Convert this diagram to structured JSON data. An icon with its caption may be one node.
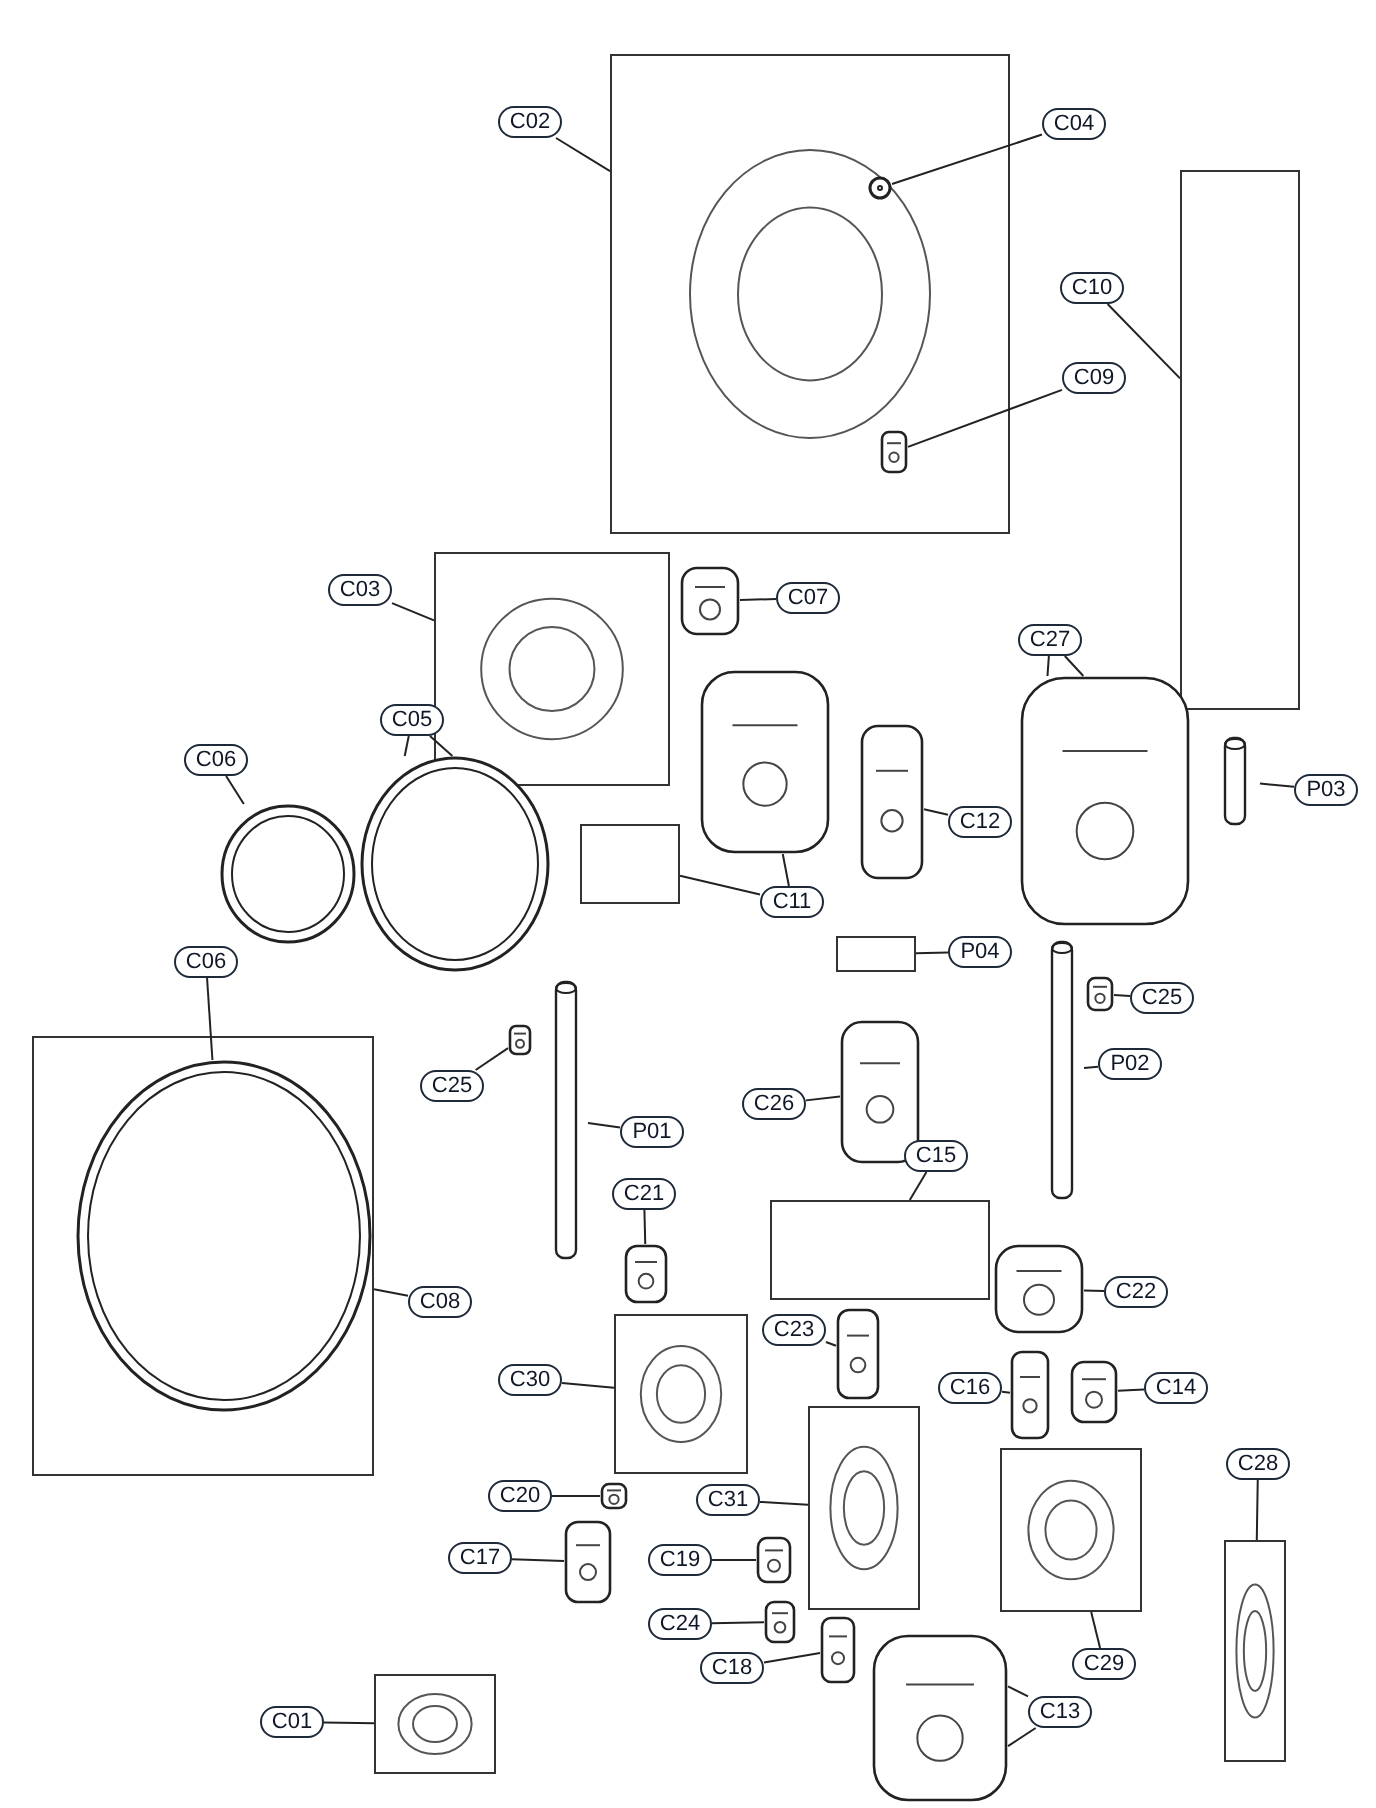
{
  "diagram": {
    "nodes": [
      {
        "text": [
          "C02"
        ]
      },
      {
        "text": [],
        "shape": "box"
      },
      {
        "text": [
          "C04"
        ]
      },
      {
        "text": [],
        "shape": "circle",
        "in": 1
      },
      {
        "text": [
          "C10"
        ]
      },
      {
        "text": [],
        "shape": "box"
      },
      {
        "text": [
          "C09"
        ]
      },
      {
        "text": [],
        "shape": "picture",
        "in": 1
      },
      {
        "text": [
          "C03"
        ]
      },
      {
        "text": [],
        "shape": "box"
      },
      {
        "text": [
          "C07"
        ]
      },
      {
        "text": [],
        "shape": "picture"
      },
      {
        "text": [
          "C27"
        ]
      },
      {
        "text": [],
        "shape": "picture"
      },
      {
        "text": [
          "C06"
        ]
      },
      {
        "text": [],
        "shape": "circle"
      },
      {
        "text": [
          "C05"
        ]
      },
      {
        "text": [],
        "shape": "circle"
      },
      {
        "text": [
          "C11"
        ]
      },
      {
        "text": [],
        "shape": "picture"
      },
      {
        "text": [],
        "shape": "box"
      },
      {
        "text": [
          "C12"
        ]
      },
      {
        "text": [],
        "shape": "picture"
      },
      {
        "text": [
          "P03"
        ]
      },
      {
        "text": [],
        "shape": "cylinder"
      },
      {
        "text": [
          "P04"
        ]
      },
      {
        "text": [],
        "shape": "box"
      },
      {
        "text": [
          "C06"
        ]
      },
      {
        "text": [],
        "shape": "box"
      },
      {
        "text": [],
        "shape": "circle",
        "in": 28
      },
      {
        "text": [
          "C25"
        ]
      },
      {
        "text": [],
        "shape": "picture"
      },
      {
        "text": [
          "C25"
        ]
      },
      {
        "text": [],
        "shape": "picture"
      },
      {
        "text": [
          "P02"
        ]
      },
      {
        "text": [],
        "shape": "cylinder"
      },
      {
        "text": [
          "C26"
        ]
      },
      {
        "text": [],
        "shape": "picture"
      },
      {
        "text": [
          "P01"
        ]
      },
      {
        "text": [],
        "shape": "cylinder"
      },
      {
        "text": [
          "C15"
        ]
      },
      {
        "text": [],
        "shape": "box"
      },
      {
        "text": [
          "C21"
        ]
      },
      {
        "text": [],
        "shape": "picture"
      },
      {
        "text": [
          "C08"
        ]
      },
      {
        "text": [
          "C22"
        ]
      },
      {
        "text": [],
        "shape": "picture"
      },
      {
        "text": [
          "C23"
        ]
      },
      {
        "text": [],
        "shape": "picture"
      },
      {
        "text": [
          "C30"
        ]
      },
      {
        "text": [],
        "shape": "box"
      },
      {
        "text": [
          "C16"
        ]
      },
      {
        "text": [],
        "shape": "picture"
      },
      {
        "text": [
          "C14"
        ]
      },
      {
        "text": [],
        "shape": "picture"
      },
      {
        "text": [
          "C20"
        ]
      },
      {
        "text": [],
        "shape": "picture"
      },
      {
        "text": [
          "C31"
        ]
      },
      {
        "text": [],
        "shape": "box"
      },
      {
        "text": [
          "C28"
        ]
      },
      {
        "text": [],
        "shape": "box"
      },
      {
        "text": [
          "C17"
        ]
      },
      {
        "text": [],
        "shape": "picture"
      },
      {
        "text": [
          "C19"
        ]
      },
      {
        "text": [],
        "shape": "picture"
      },
      {
        "text": [
          "C24"
        ]
      },
      {
        "text": [],
        "shape": "picture"
      },
      {
        "text": [
          "C29"
        ]
      },
      {
        "text": [],
        "shape": "box"
      },
      {
        "text": [
          "C18"
        ]
      },
      {
        "text": [],
        "shape": "picture"
      },
      {
        "text": [
          "C13"
        ]
      },
      {
        "text": [],
        "shape": "picture"
      },
      {
        "text": [
          "C01"
        ]
      },
      {
        "text": [],
        "shape": "box"
      }
    ],
    "edges": [
      {
        "from": 0,
        "to": 1,
        "arrow": "none"
      },
      {
        "from": 2,
        "to": 3,
        "arrow": "none"
      },
      {
        "from": 4,
        "to": 5,
        "arrow": "none"
      },
      {
        "from": 6,
        "to": 7,
        "arrow": "none"
      },
      {
        "from": 8,
        "to": 9,
        "arrow": "none"
      },
      {
        "from": 10,
        "to": 11,
        "arrow": "none"
      },
      {
        "from": 12,
        "to": 13,
        "arrow": "none"
      },
      {
        "from": 12,
        "to": 13,
        "arrow": "none"
      },
      {
        "from": 14,
        "to": 15,
        "arrow": "none"
      },
      {
        "from": 16,
        "to": 17,
        "arrow": "none"
      },
      {
        "from": 16,
        "to": 17,
        "arrow": "none"
      },
      {
        "from": 18,
        "to": 19,
        "arrow": "none"
      },
      {
        "from": 18,
        "to": 20,
        "arrow": "none"
      },
      {
        "from": 21,
        "to": 22,
        "arrow": "none"
      },
      {
        "from": 23,
        "to": 24,
        "arrow": "none"
      },
      {
        "from": 25,
        "to": 26,
        "arrow": "none"
      },
      {
        "from": 27,
        "to": 29,
        "arrow": "none"
      },
      {
        "from": 30,
        "to": 31,
        "arrow": "none"
      },
      {
        "from": 32,
        "to": 33,
        "arrow": "none"
      },
      {
        "from": 34,
        "to": 35,
        "arrow": "none"
      },
      {
        "from": 36,
        "to": 37,
        "arrow": "none"
      },
      {
        "from": 38,
        "to": 39,
        "arrow": "none"
      },
      {
        "from": 40,
        "to": 41,
        "arrow": "none"
      },
      {
        "from": 42,
        "to": 43,
        "arrow": "none"
      },
      {
        "from": 44,
        "to": 28,
        "arrow": "none"
      },
      {
        "from": 45,
        "to": 46,
        "arrow": "none"
      },
      {
        "from": 47,
        "to": 48,
        "arrow": "none"
      },
      {
        "from": 49,
        "to": 50,
        "arrow": "none"
      },
      {
        "from": 51,
        "to": 52,
        "arrow": "none"
      },
      {
        "from": 53,
        "to": 54,
        "arrow": "none"
      },
      {
        "from": 55,
        "to": 56,
        "arrow": "none"
      },
      {
        "from": 57,
        "to": 58,
        "arrow": "none"
      },
      {
        "from": 59,
        "to": 60,
        "arrow": "none"
      },
      {
        "from": 61,
        "to": 62,
        "arrow": "none"
      },
      {
        "from": 63,
        "to": 64,
        "arrow": "none"
      },
      {
        "from": 65,
        "to": 66,
        "arrow": "none"
      },
      {
        "from": 67,
        "to": 68,
        "arrow": "none"
      },
      {
        "from": 69,
        "to": 70,
        "arrow": "none"
      },
      {
        "from": 71,
        "to": 72,
        "arrow": "none"
      },
      {
        "from": 71,
        "to": 72,
        "arrow": "none"
      },
      {
        "from": 73,
        "to": 74,
        "arrow": "none"
      }
    ]
  }
}
